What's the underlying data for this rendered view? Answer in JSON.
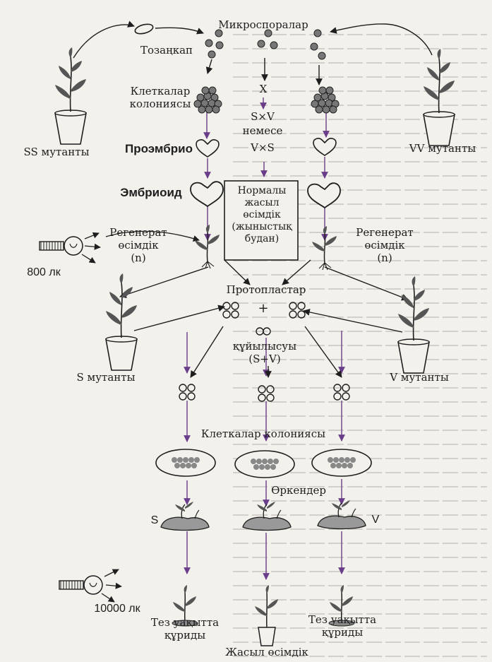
{
  "labels": {
    "microspores": "Микроспоралар",
    "pollen": "Тозаңкап",
    "cell_colony_top_1": "Клеткалар",
    "cell_colony_top_2": "колониясы",
    "cross_x": "X",
    "cross_sxv": "S×V",
    "or": "немесе",
    "cross_vxs": "V×S",
    "ss_mutants": "SS мутанты",
    "vv_mutants": "VV мутанты",
    "proembryo": "Проэмбрио",
    "embryoid": "Эмбриоид",
    "box_1": "Нормалы",
    "box_2": "жасыл",
    "box_3": "өсімдік",
    "box_4": "(жыныстық",
    "box_5": "будан)",
    "regenerant_1": "Регенерат",
    "regenerant_2": "өсімдік",
    "regenerant_n": "(n)",
    "lux_800": "800 лк",
    "protoplasts": "Протопластар",
    "plus": "+",
    "fusion": "құйылысуы",
    "fusion_sv": "(S+V)",
    "s_mutants": "S мутанты",
    "v_mutants": "V мутанты",
    "cell_colony": "Клеткалар колониясы",
    "sprouts": "Өркендер",
    "s": "S",
    "v": "V",
    "lux_10000": "10000 лк",
    "quick_wilt_1": "Тез уақытта",
    "quick_wilt_2": "құриды",
    "green_plant": "Жасыл өсімдік"
  }
}
